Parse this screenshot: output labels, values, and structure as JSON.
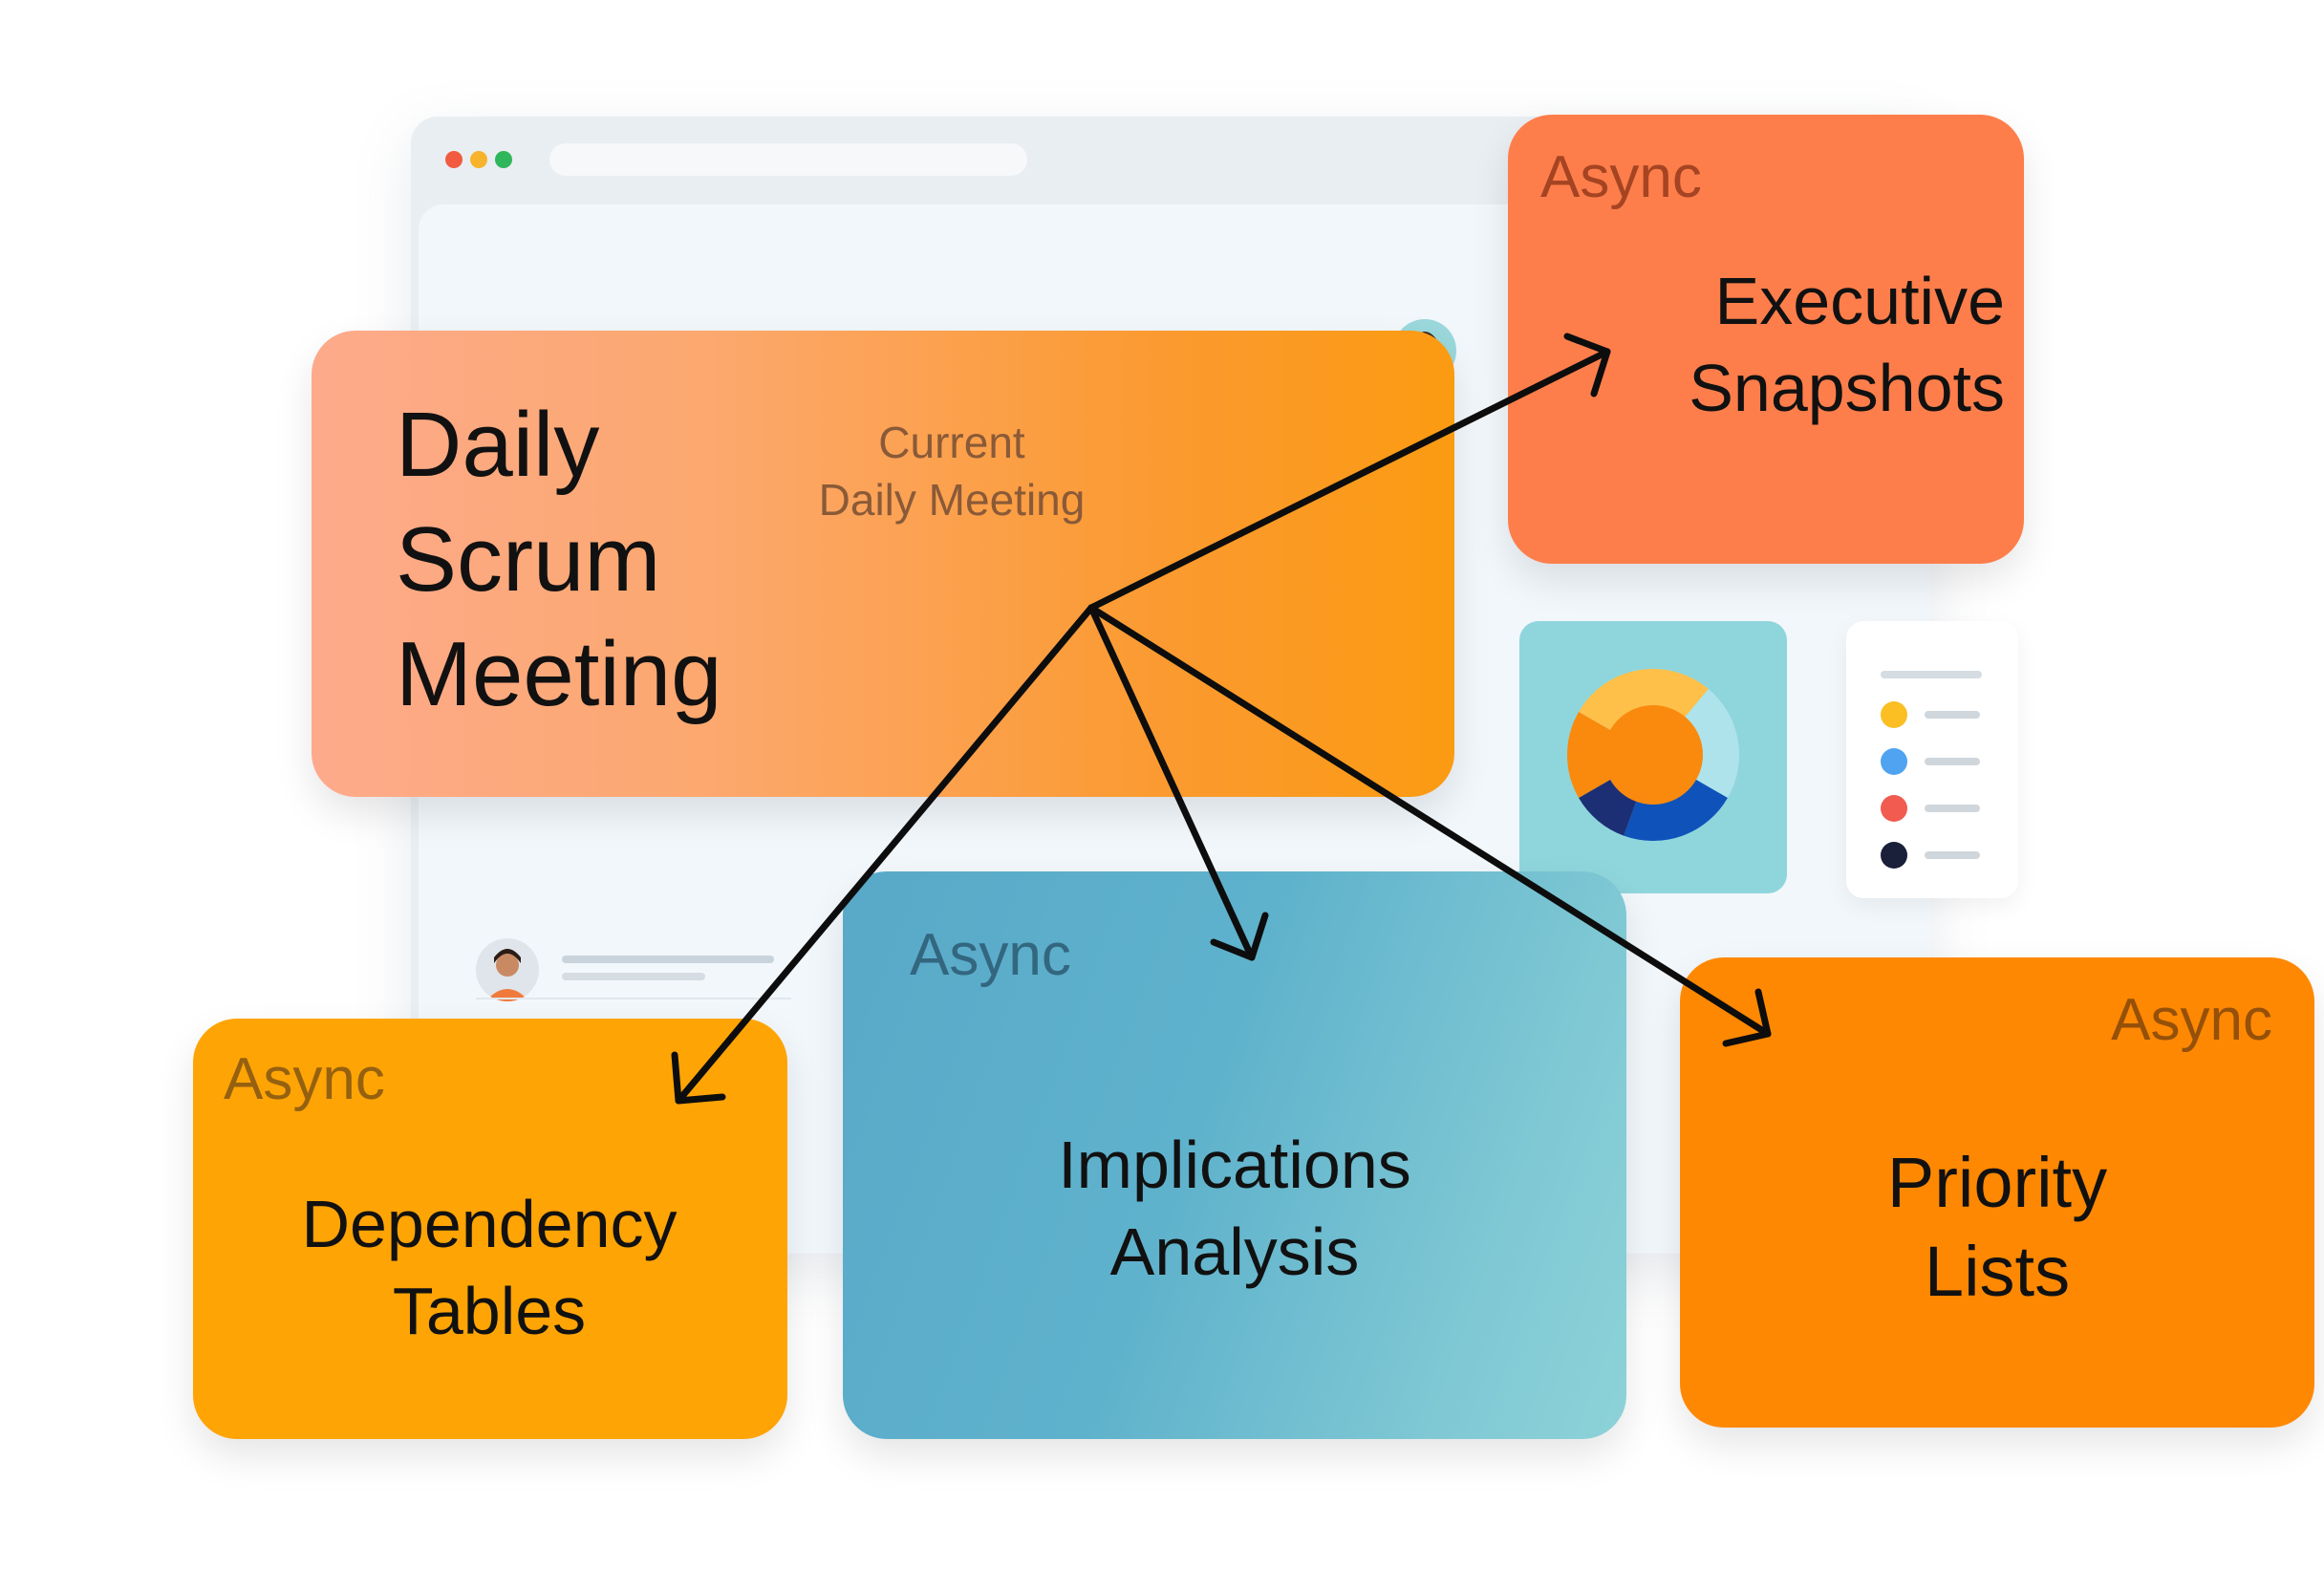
{
  "center": {
    "title_lines": [
      "Daily",
      "Scrum",
      "Meeting"
    ],
    "subtitle_lines": [
      "Current",
      "Daily Meeting"
    ]
  },
  "nodes": [
    {
      "id": "executive",
      "tag": "Async",
      "title_lines": [
        "Executive",
        "Snapshots"
      ],
      "color": "#fe7e4b"
    },
    {
      "id": "dependency",
      "tag": "Async",
      "title_lines": [
        "Dependency",
        "Tables"
      ],
      "color": "#ffa405"
    },
    {
      "id": "implications",
      "tag": "Async",
      "title_lines": [
        "Implications",
        "Analysis"
      ],
      "color": "#58a9c8"
    },
    {
      "id": "priority",
      "tag": "Async",
      "title_lines": [
        "Priority",
        "Lists"
      ],
      "color": "#ff8802"
    }
  ],
  "edges": [
    {
      "from": "center",
      "to": "executive"
    },
    {
      "from": "center",
      "to": "dependency"
    },
    {
      "from": "center",
      "to": "implications"
    },
    {
      "from": "center",
      "to": "priority"
    }
  ],
  "mockup": {
    "window_dots": [
      "#f25b3f",
      "#f7b32b",
      "#2fb65a"
    ],
    "legend_colors": [
      "#fbbf24",
      "#4fa3f0",
      "#f15b50",
      "#1a1f3a"
    ],
    "donut_colors": [
      "#f98a0e",
      "#ffc04a",
      "#aee3ec",
      "#0f52ba",
      "#1c2f74"
    ]
  }
}
